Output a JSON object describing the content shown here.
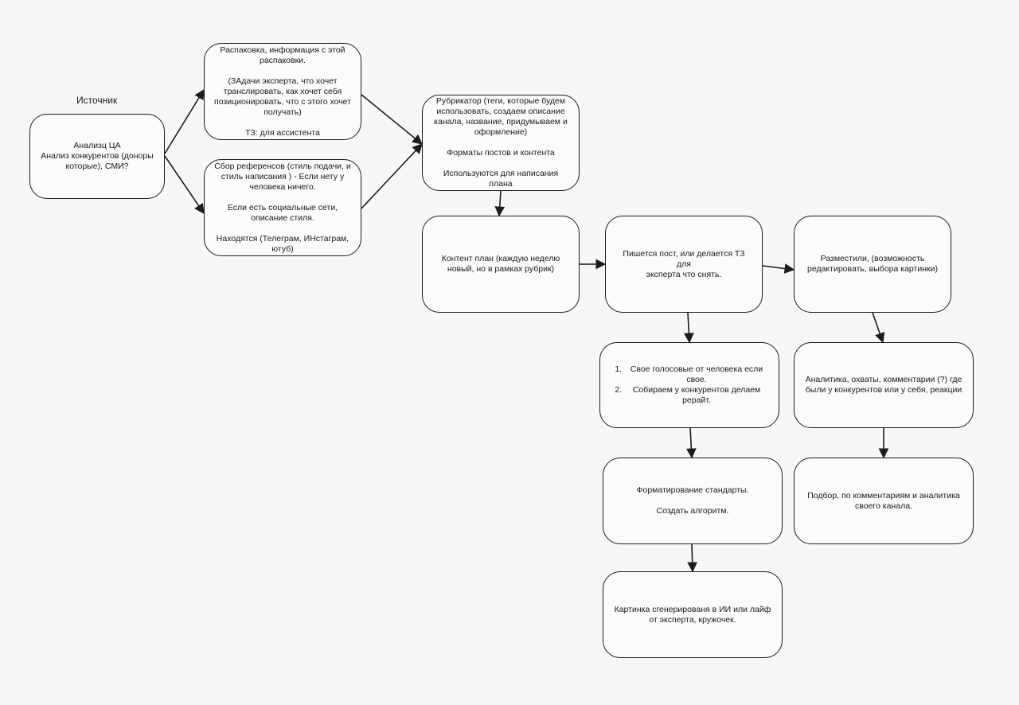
{
  "diagram": {
    "source_label": "Источник",
    "nodes": {
      "source": [
        "Анализц ЦА",
        "Анализ конкурентов (доноры",
        "которые), СМИ?"
      ],
      "unpack": [
        "Распаковка, информация с этой",
        "распаковки.",
        "",
        "(ЗАдачи эксперта, что хочет",
        "транслировать, как хочет себя",
        "позиционировать, что с этого хочет",
        "получать)",
        "",
        "ТЗ: для ассистента"
      ],
      "refs": [
        "Сбор референсов (стиль подачи, и",
        "стиль написания ) - Если нету у",
        "человека ничего.",
        "",
        "Если есть социальные сети,",
        "описание стиля.",
        "",
        "Находятся (Телеграм, ИНстаграм,",
        "ютуб)"
      ],
      "rubric": [
        "Рубрикатор (теги, которые будем",
        "использовать, создаем описание",
        "канала, название, придумываем и",
        "оформление)",
        "",
        "Форматы постов и контента",
        "",
        "Используются для написания плана"
      ],
      "plan": [
        "Контент план (каждую неделю",
        "новый, но в рамках рубрик)"
      ],
      "post": [
        "Пишется пост, или делается ТЗ для",
        "эксперта что снять."
      ],
      "publish": [
        "Разместили, (возможность",
        "редактировать, выбора картинки)"
      ],
      "voice": [
        "Свое голосовые от человека если свое.",
        "Собираем у конкурентов делаем рерайт."
      ],
      "analytic": [
        "Аналитика, охваты, комментарии (?) где",
        "были у конкурентов или у себя, реакции"
      ],
      "format": [
        "Форматирование стандарты.",
        "",
        "Создать алгоритм."
      ],
      "select": [
        "Подбор, по комментариям и аналитика",
        "своего канала."
      ],
      "image": [
        "Картинка сгенерированя в ИИ или лайф",
        "от эксперта, кружочек."
      ]
    },
    "edges": [
      [
        "source",
        "unpack"
      ],
      [
        "source",
        "refs"
      ],
      [
        "unpack",
        "rubric"
      ],
      [
        "refs",
        "rubric"
      ],
      [
        "rubric",
        "plan"
      ],
      [
        "plan",
        "post"
      ],
      [
        "post",
        "publish"
      ],
      [
        "post",
        "voice"
      ],
      [
        "voice",
        "format"
      ],
      [
        "format",
        "image"
      ],
      [
        "publish",
        "analytic"
      ],
      [
        "analytic",
        "select"
      ]
    ],
    "colors": {
      "background": "#f7f7f7",
      "stroke": "#1c1c1c",
      "node_fill": "#fbfbfb"
    }
  }
}
